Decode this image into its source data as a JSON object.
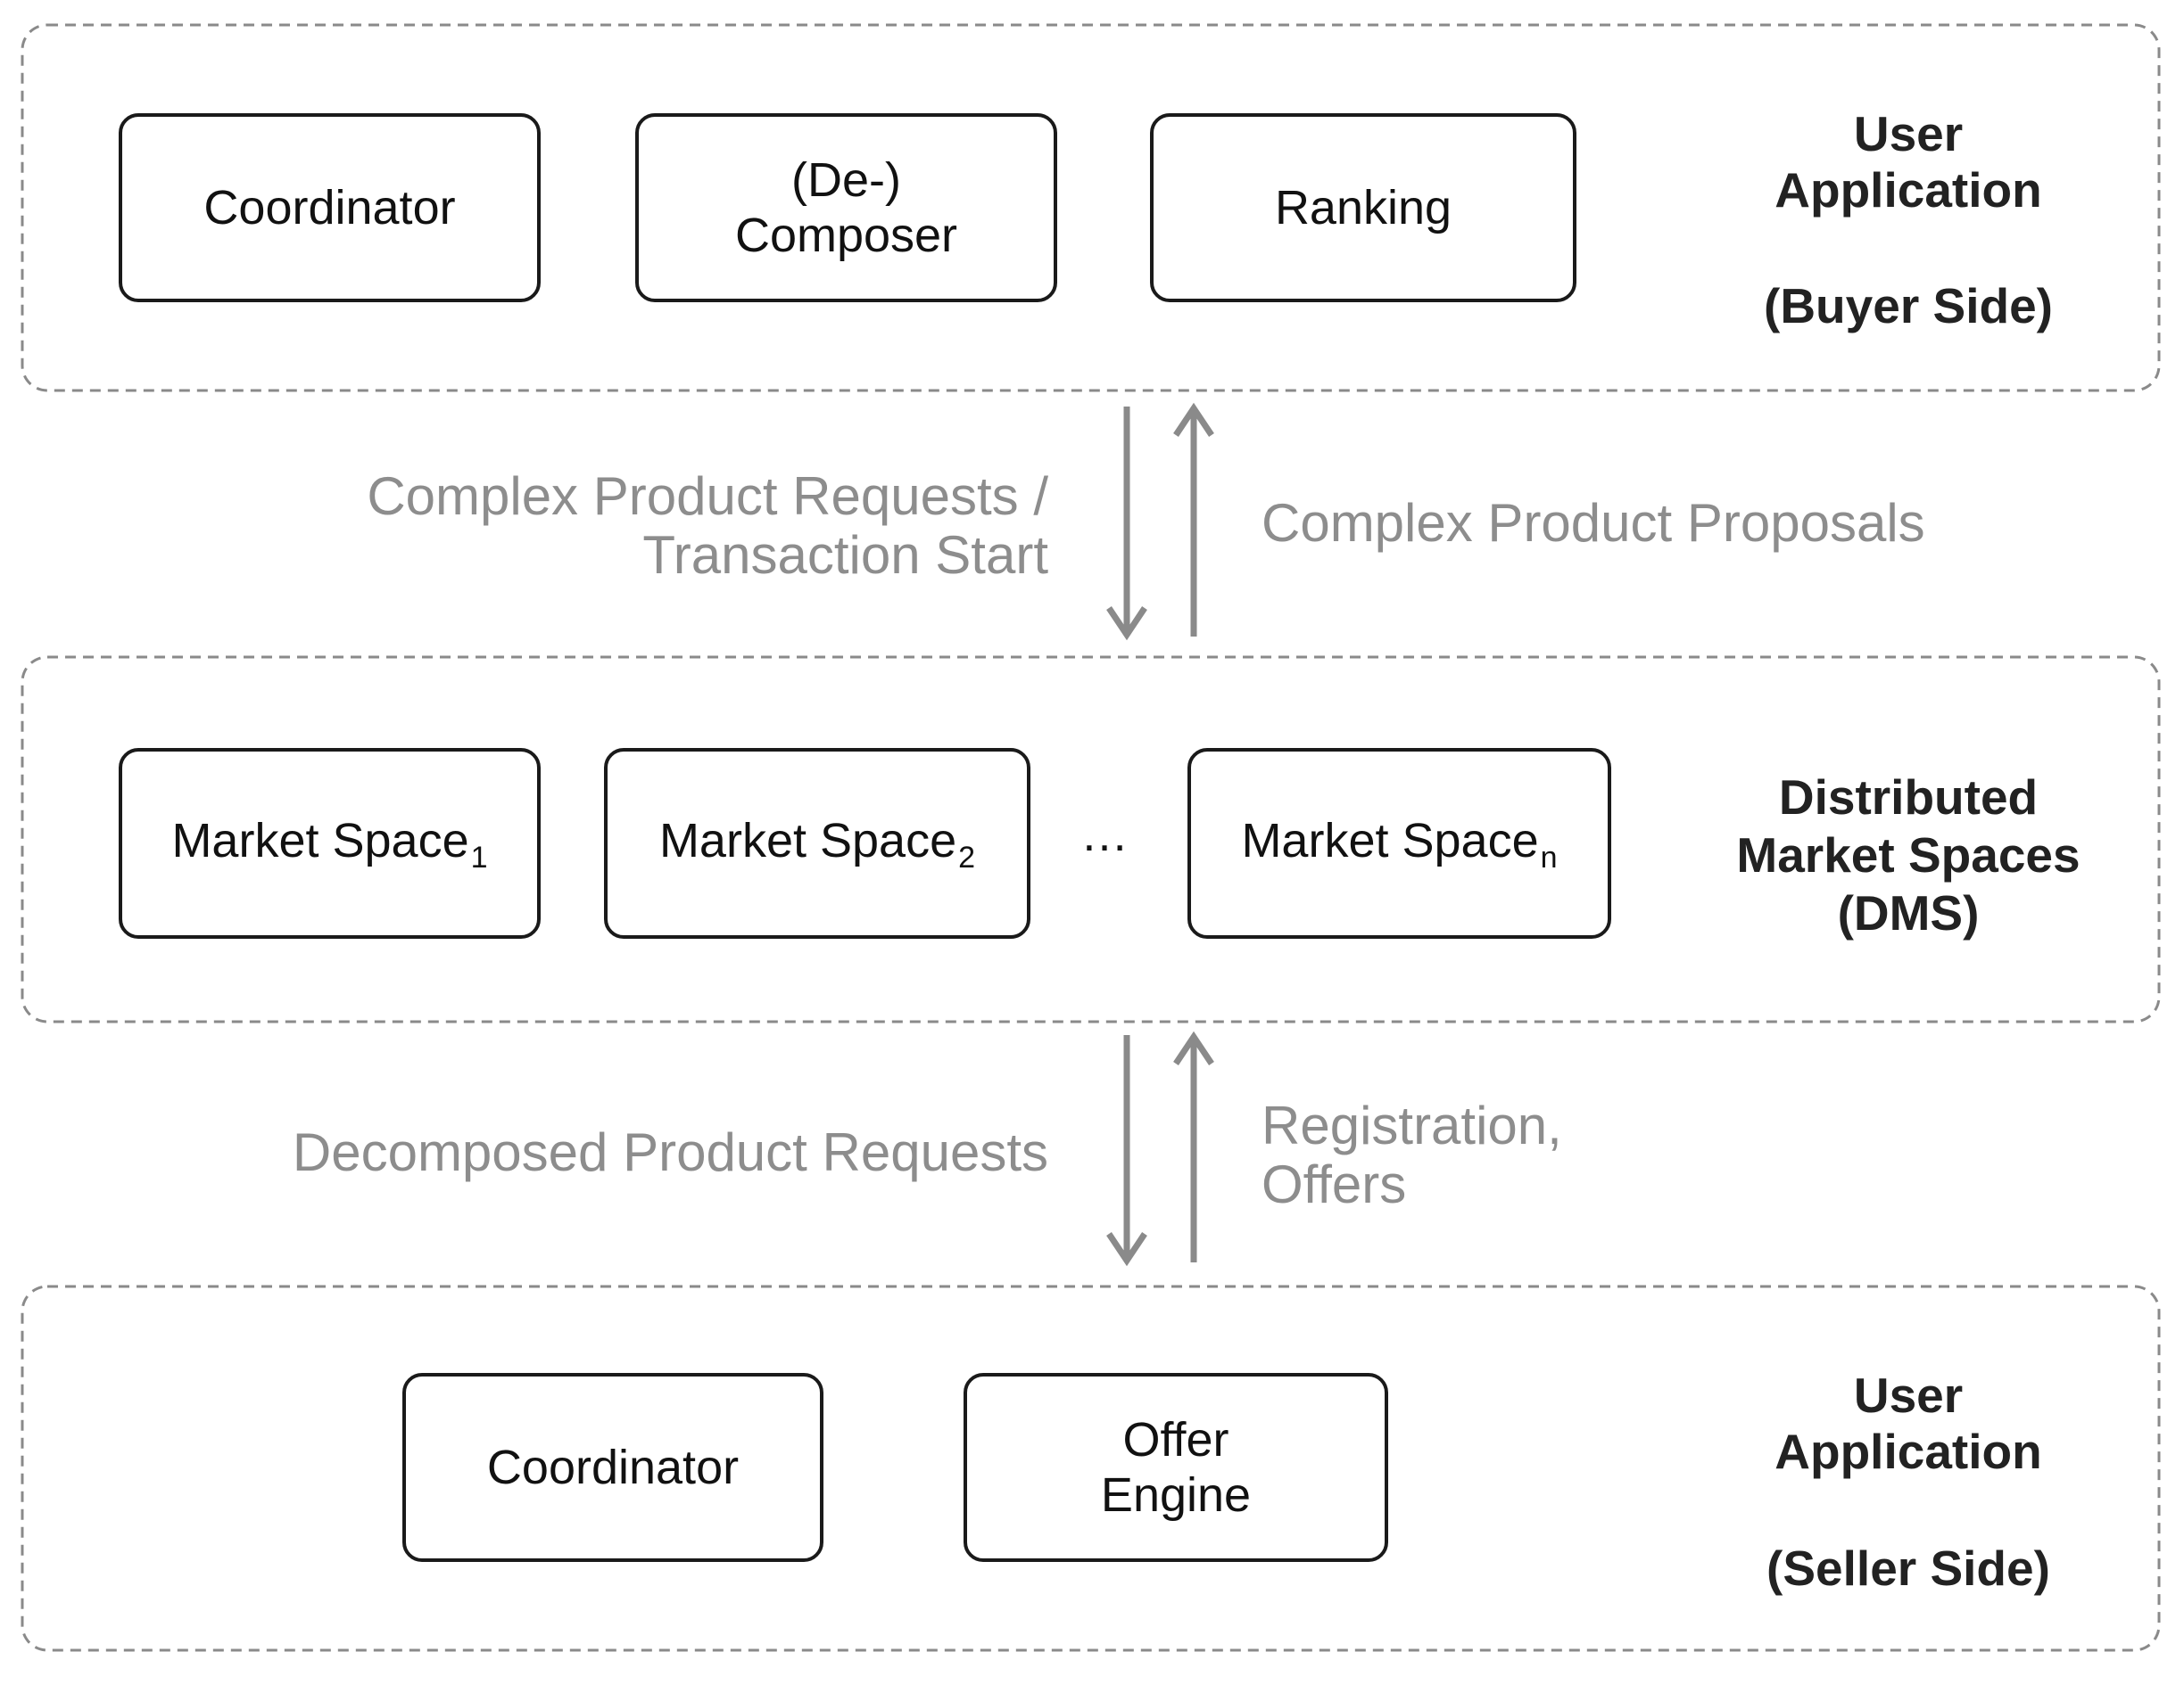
{
  "layers": {
    "buyer": {
      "components": [
        {
          "lines": [
            "Coordinator"
          ]
        },
        {
          "lines": [
            "(De-)",
            "Composer"
          ]
        },
        {
          "lines": [
            "Ranking"
          ]
        }
      ],
      "label": [
        "User",
        "Application",
        "(Buyer Side)"
      ]
    },
    "dms": {
      "components": [
        {
          "label": "Market Space",
          "sub": "1"
        },
        {
          "label": "Market Space",
          "sub": "2"
        },
        {
          "label": "Market Space",
          "sub": "n"
        }
      ],
      "ellipsis": "…",
      "label": [
        "Distributed",
        "Market Spaces",
        "(DMS)"
      ]
    },
    "seller": {
      "components": [
        {
          "lines": [
            "Coordinator"
          ]
        },
        {
          "lines": [
            "Offer",
            "Engine"
          ]
        }
      ],
      "label": [
        "User",
        "Application",
        "(Seller Side)"
      ]
    }
  },
  "flows": {
    "buyer_dms": {
      "down_label": [
        "Complex Product Requests /",
        "Transaction Start"
      ],
      "up_label": [
        "Complex Product Proposals"
      ]
    },
    "dms_seller": {
      "down_label": [
        "Decomposed Product Requests"
      ],
      "up_label": [
        "Registration,",
        "Offers"
      ]
    }
  },
  "colors": {
    "box_border": "#1a1a1a",
    "container_border": "#8a8a8a",
    "arrow": "#8a8a8a",
    "flow_text": "#8d8d8d",
    "label_text": "#222222"
  }
}
